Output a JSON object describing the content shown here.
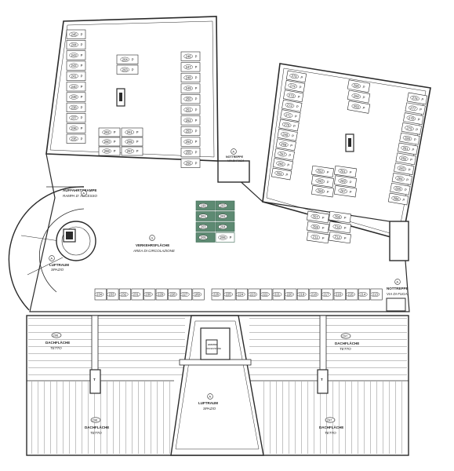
{
  "plan": {
    "colors": {
      "line": "#2b2b2b",
      "highlight": "#5d8a72",
      "highlight_stroke": "#3e6c55",
      "white": "#ffffff",
      "roof_hatch": "#9a9a9a"
    },
    "areas": {
      "ramp": {
        "title": "AUFFAHRTSRAMPE",
        "subtitle": "RAMPA D' ACCESSO",
        "marker": "A"
      },
      "lift_left": {
        "title": "LUFTRAUM",
        "subtitle": "SPAZIO",
        "marker": "A"
      },
      "circulation": {
        "marker": "G",
        "title": "VERKEHRSFLÄCHE",
        "subtitle": "AREA DI CIRCOLAZIONE"
      },
      "emergency_top": {
        "marker": "A",
        "title": "NOTTREPPE",
        "subtitle": "VIA DI FUGA"
      },
      "emergency_right": {
        "marker": "A",
        "title": "NOTTREPPE",
        "subtitle": "VIA DI FUGA"
      },
      "roof_tl": {
        "number": "296",
        "title": "DACHFLÄCHE",
        "subtitle": "TETTO"
      },
      "roof_tr": {
        "number": "297",
        "title": "DACHFLÄCHE",
        "subtitle": "TETTO"
      },
      "roof_bl": {
        "number": "296",
        "title": "DACHFLÄCHE",
        "subtitle": "TETTO"
      },
      "roof_br": {
        "number": "297",
        "title": "DACHFLÄCHE",
        "subtitle": "TETTO"
      },
      "lift_center": {
        "marker": "A",
        "title": "LUFTRAUM",
        "subtitle": "SPAZIO"
      },
      "elevator_center": {
        "title": "AUFZUG",
        "subtitle": "ASCENSORE"
      },
      "stair_marker": "T"
    },
    "slot_suffix": "P",
    "left_building": {
      "left_column": [
        "245",
        "244",
        "243",
        "242",
        "241",
        "240",
        "239",
        "238",
        "237",
        "236",
        "235"
      ],
      "middle_top": [
        "264",
        "263"
      ],
      "middle_bottom": [
        [
          "262",
          "261"
        ],
        [
          "260",
          "255"
        ],
        [
          "259",
          "257"
        ]
      ],
      "right_column": [
        "246",
        "247",
        "248",
        "249",
        "250",
        "251",
        "252",
        "253",
        "254",
        "255",
        "256"
      ]
    },
    "right_building": {
      "left_column": [
        "275",
        "274",
        "273",
        "272",
        "271",
        "270",
        "269",
        "268",
        "267",
        "266",
        "265"
      ],
      "middle_top": [
        "295",
        "294",
        "293"
      ],
      "middle_mid": [
        [
          "292",
          "291"
        ],
        [
          "290",
          "289"
        ],
        [
          "288",
          "287"
        ]
      ],
      "middle_bottom": [
        [
          "207",
          "208"
        ],
        [
          "209",
          "210"
        ],
        [
          "211",
          "212"
        ]
      ],
      "right_column": [
        "276",
        "277",
        "278",
        "279",
        "280",
        "281",
        "282",
        "283",
        "284",
        "285",
        "286"
      ]
    },
    "highlight_slots": [
      [
        "199",
        "203"
      ],
      [
        "201",
        "202"
      ],
      [
        "203",
        "204"
      ],
      [
        "205",
        "206"
      ]
    ],
    "lower_row_left": [
      "234",
      "233",
      "232",
      "231",
      "230",
      "229",
      "228",
      "227",
      "189"
    ],
    "lower_row_right": [
      "226",
      "225",
      "224",
      "223",
      "222",
      "221",
      "220",
      "219",
      "218",
      "217",
      "216",
      "215",
      "214",
      "213"
    ]
  }
}
